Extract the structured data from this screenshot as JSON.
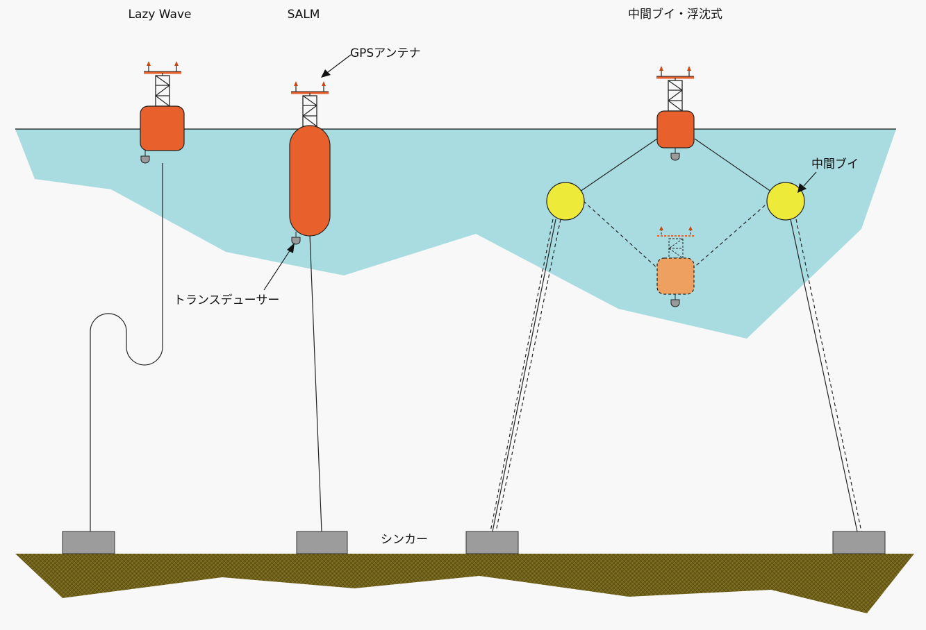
{
  "titles": {
    "lazy_wave": "Lazy Wave",
    "salm": "SALM",
    "intermediate": "中間ブイ・浮沈式"
  },
  "labels": {
    "gps_antenna": "GPSアンテナ",
    "transducer": "トランスデューサー",
    "intermediate_buoy": "中間ブイ",
    "sinker": "シンカー"
  },
  "colors": {
    "sea": "#a8dce0",
    "seabed": "#6e5f18",
    "buoy": "#e8602c",
    "buoy_submerged": "#eea060",
    "intermediate_buoy": "#eeea3a",
    "sinker": "#9c9c9c",
    "transducer": "#9a9a9a"
  }
}
